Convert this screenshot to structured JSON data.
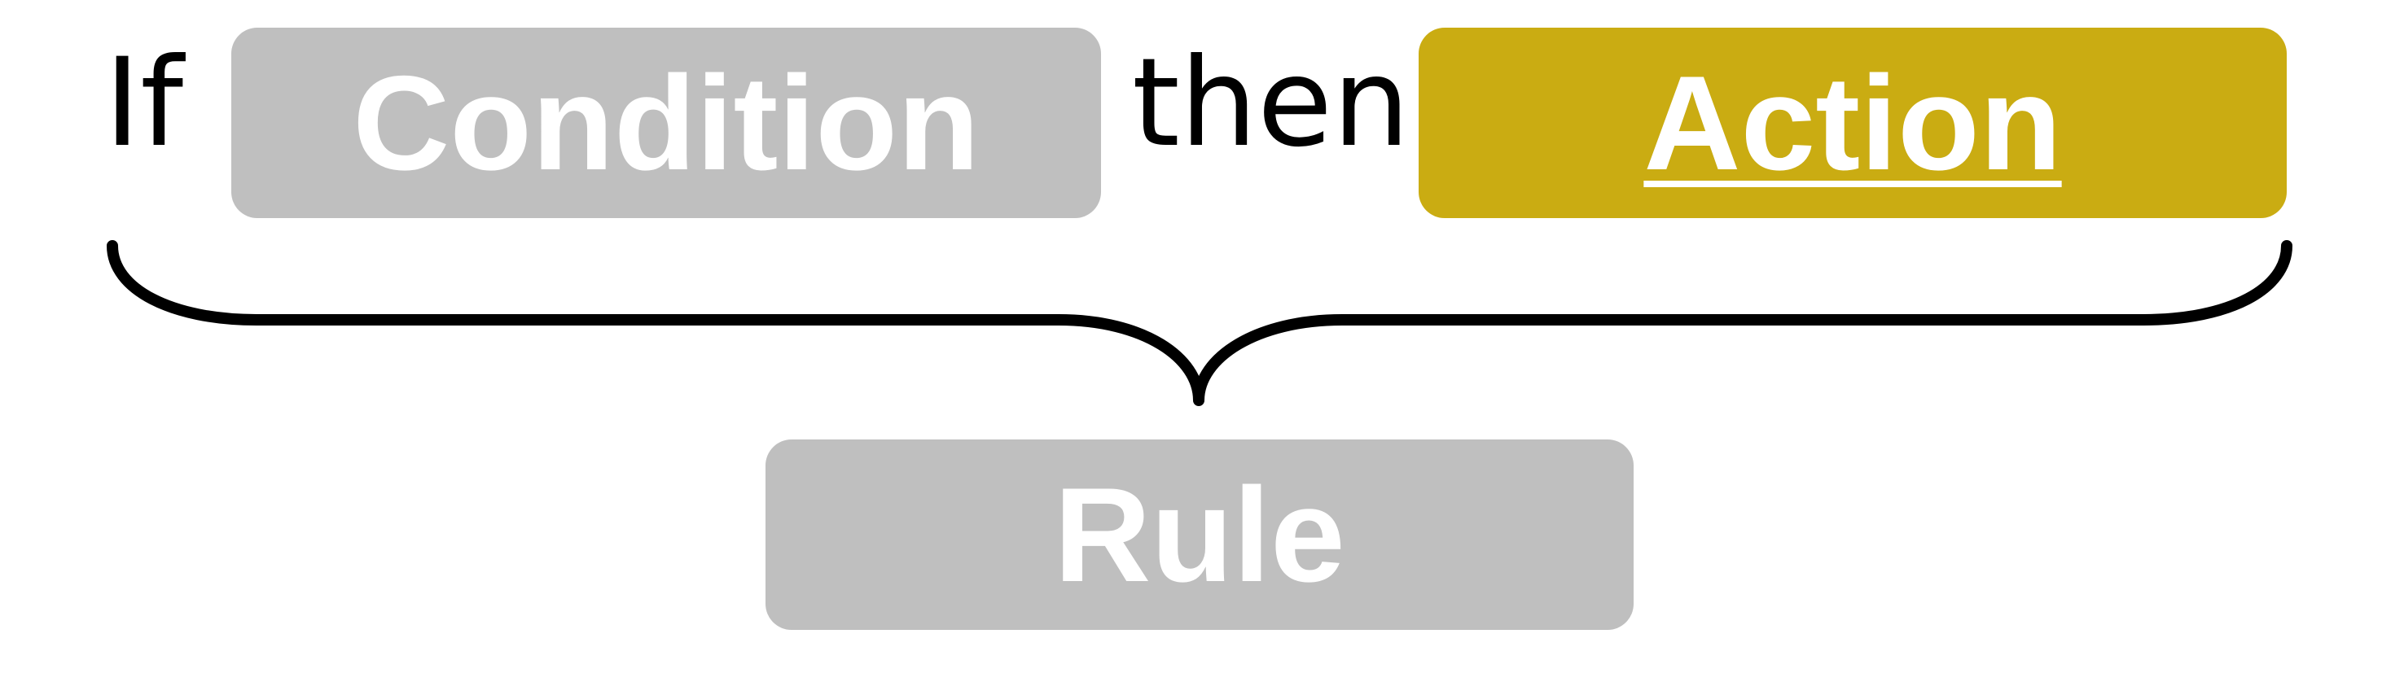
{
  "words": {
    "if": "If",
    "then": "then"
  },
  "boxes": {
    "condition": "Condition",
    "action": "Action",
    "rule": "Rule"
  },
  "colors": {
    "grey_box": "#bfbfbf",
    "action_box": "#caac12",
    "text_on_box": "#ffffff",
    "brace": "#000000",
    "plain_text": "#000000"
  }
}
